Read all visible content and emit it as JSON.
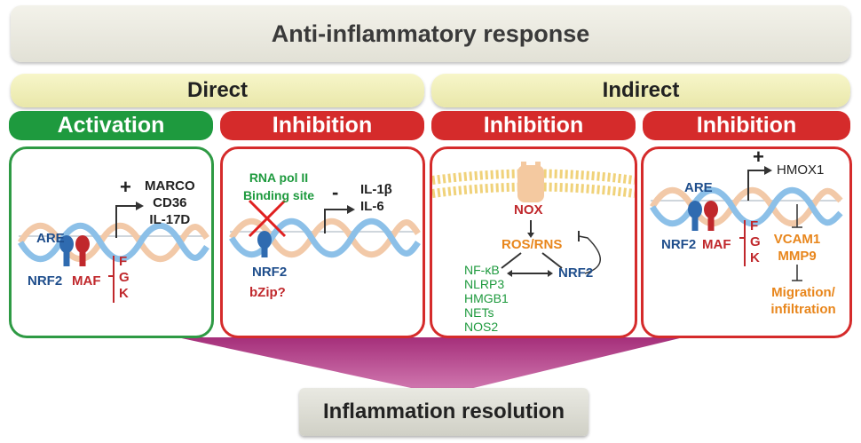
{
  "header": {
    "title": "Anti-inflammatory response"
  },
  "groups": {
    "direct": "Direct",
    "indirect": "Indirect"
  },
  "categories": [
    "Activation",
    "Inhibition",
    "Inhibition",
    "Inhibition"
  ],
  "panel1": {
    "are": "ARE",
    "plus": "+",
    "genes": [
      "MARCO",
      "CD36",
      "IL-17D"
    ],
    "nrf2": "NRF2",
    "maf": "MAF",
    "maf_variants": [
      "F",
      "G",
      "K"
    ]
  },
  "panel2": {
    "site_line1": "RNA pol II",
    "site_line2": "Binding site",
    "minus": "-",
    "genes": [
      "IL-1β",
      "IL-6"
    ],
    "nrf2": "NRF2",
    "bzip": "bZip?"
  },
  "panel3": {
    "nox": "NOX",
    "ros": "ROS/RNS",
    "nrf2": "NRF2",
    "targets": [
      "NF-κB",
      "NLRP3",
      "HMGB1",
      "NETs",
      "NOS2"
    ]
  },
  "panel4": {
    "are": "ARE",
    "plus": "+",
    "gene": "HMOX1",
    "nrf2": "NRF2",
    "maf": "MAF",
    "maf_variants": [
      "F",
      "G",
      "K"
    ],
    "adhesion": [
      "VCAM1",
      "MMP9"
    ],
    "outcome_line1": "Migration/",
    "outcome_line2": "infiltration"
  },
  "footer": {
    "title": "Inflammation resolution"
  },
  "colors": {
    "green": "#1e9a3e",
    "red": "#d52b2b",
    "navy": "#1f4e8c",
    "orange": "#e8861c",
    "magenta": "#b03e86",
    "dna_blue": "#8cc0e8",
    "dna_peach": "#f2c9a8"
  }
}
